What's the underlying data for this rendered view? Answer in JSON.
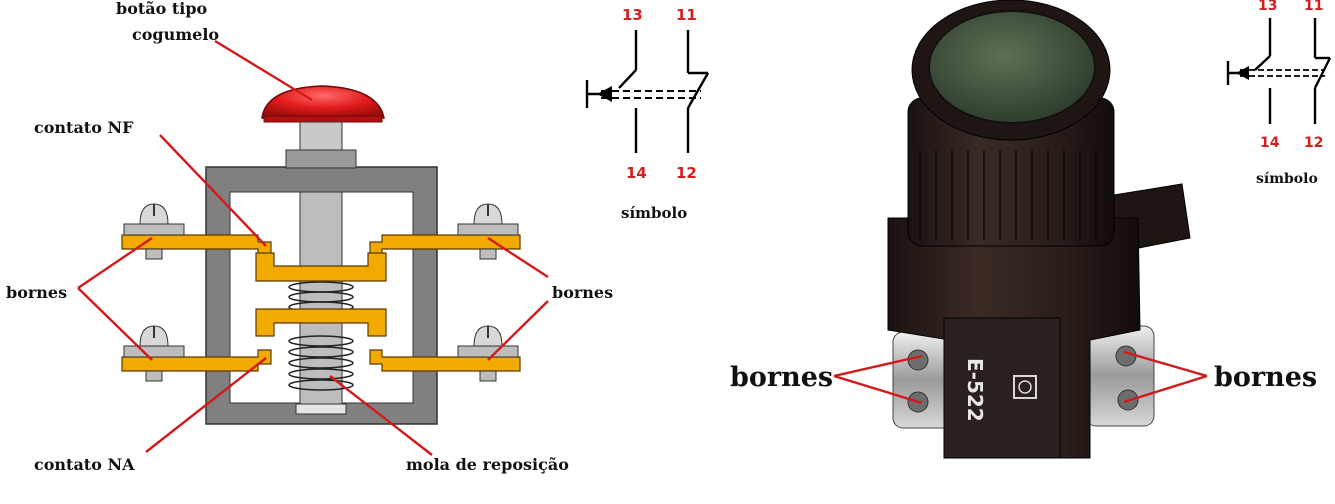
{
  "left_diagram": {
    "cap_label_line1": "botão tipo",
    "cap_label_line2": "cogumelo",
    "nf_label": "contato NF",
    "na_label": "contato NA",
    "bornes_left_label": "bornes",
    "bornes_right_label": "bornes",
    "spring_label": "mola de reposição"
  },
  "symbol_1": {
    "n13": "13",
    "n11": "11",
    "n14": "14",
    "n12": "12",
    "caption": "símbolo"
  },
  "symbol_2": {
    "n13": "13",
    "n11": "11",
    "n14": "14",
    "n12": "12",
    "caption": "símbolo"
  },
  "photo": {
    "bornes_left_label": "bornes",
    "bornes_right_label": "bornes",
    "model_text": "E-522"
  },
  "colors": {
    "frame": "#808080",
    "contact": "#f2a900",
    "cap": "#e21b1b",
    "leader": "#d31a1a",
    "terminal_number": "#d21f1f"
  }
}
